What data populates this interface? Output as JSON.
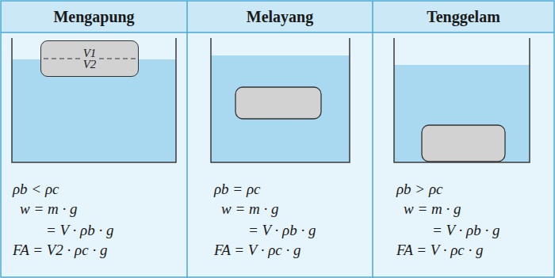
{
  "diagram": {
    "nodes": [
      {
        "text": [
          "Mengapung"
        ]
      },
      {
        "text": [
          "Melayang"
        ]
      },
      {
        "text": [
          "Tenggelam"
        ]
      },
      {
        "text": [
          "V1",
          "V2"
        ],
        "in": 0
      }
    ],
    "labels": [
      "ρb < ρc",
      "w = m · g",
      "= V · ρb · g",
      "FA = V2 · ρc · g",
      "ρb = ρc",
      "w = m · g",
      "= V · ρb · g",
      "FA = V · ρc · g",
      "ρb > ρc",
      "w = m · g",
      "= V · ρb · g",
      "FA = V · ρc · g"
    ]
  }
}
